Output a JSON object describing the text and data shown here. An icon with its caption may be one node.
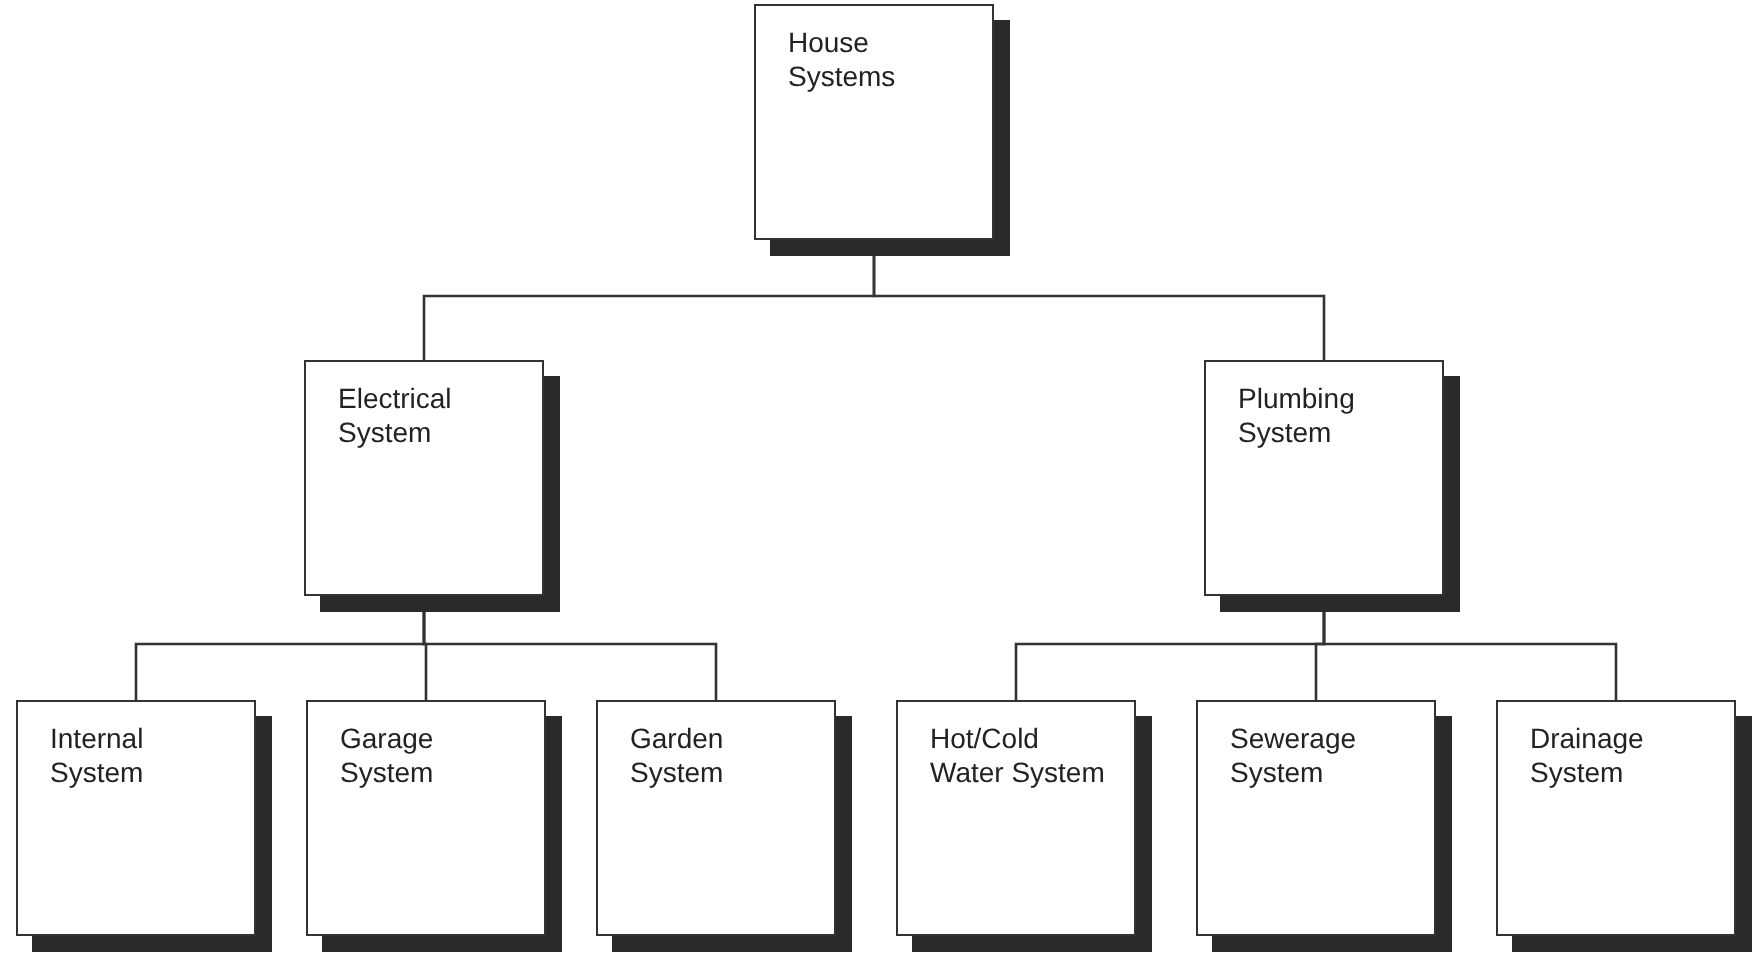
{
  "diagram": {
    "nodes": [
      {
        "text": [
          "House Systems"
        ]
      },
      {
        "text": [
          "Electrical System"
        ]
      },
      {
        "text": [
          "Plumbing System"
        ]
      },
      {
        "text": [
          "Internal System"
        ]
      },
      {
        "text": [
          "Garage System"
        ]
      },
      {
        "text": [
          "Garden System"
        ]
      },
      {
        "text": [
          "Hot/Cold Water System"
        ]
      },
      {
        "text": [
          "Sewerage System"
        ]
      },
      {
        "text": [
          "Drainage System"
        ]
      }
    ],
    "edges": [
      {
        "from": 0,
        "to": 1,
        "arrow": "none"
      },
      {
        "from": 0,
        "to": 2,
        "arrow": "none"
      },
      {
        "from": 1,
        "to": 3,
        "arrow": "none"
      },
      {
        "from": 1,
        "to": 4,
        "arrow": "none"
      },
      {
        "from": 1,
        "to": 5,
        "arrow": "none"
      },
      {
        "from": 2,
        "to": 6,
        "arrow": "none"
      },
      {
        "from": 2,
        "to": 7,
        "arrow": "none"
      },
      {
        "from": 2,
        "to": 8,
        "arrow": "none"
      }
    ]
  }
}
